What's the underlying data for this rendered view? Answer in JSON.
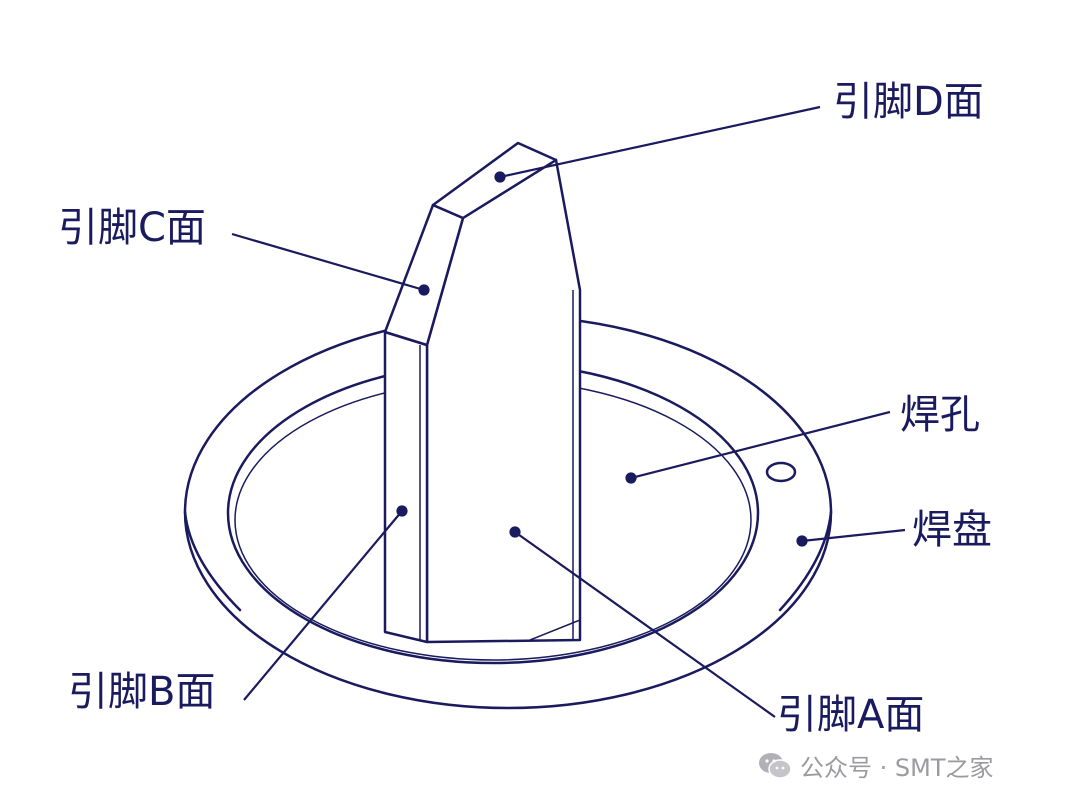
{
  "labels": {
    "pin_d": "引脚D面",
    "pin_c": "引脚C面",
    "hole": "焊孔",
    "pad": "焊盘",
    "pin_b": "引脚B面",
    "pin_a": "引脚A面"
  },
  "watermark": {
    "text": "公众号 · SMT之家",
    "icon": "wechat-icon"
  },
  "colors": {
    "ink": "#1a1a5e",
    "watermark": "#9a9aa0",
    "background": "#ffffff"
  }
}
